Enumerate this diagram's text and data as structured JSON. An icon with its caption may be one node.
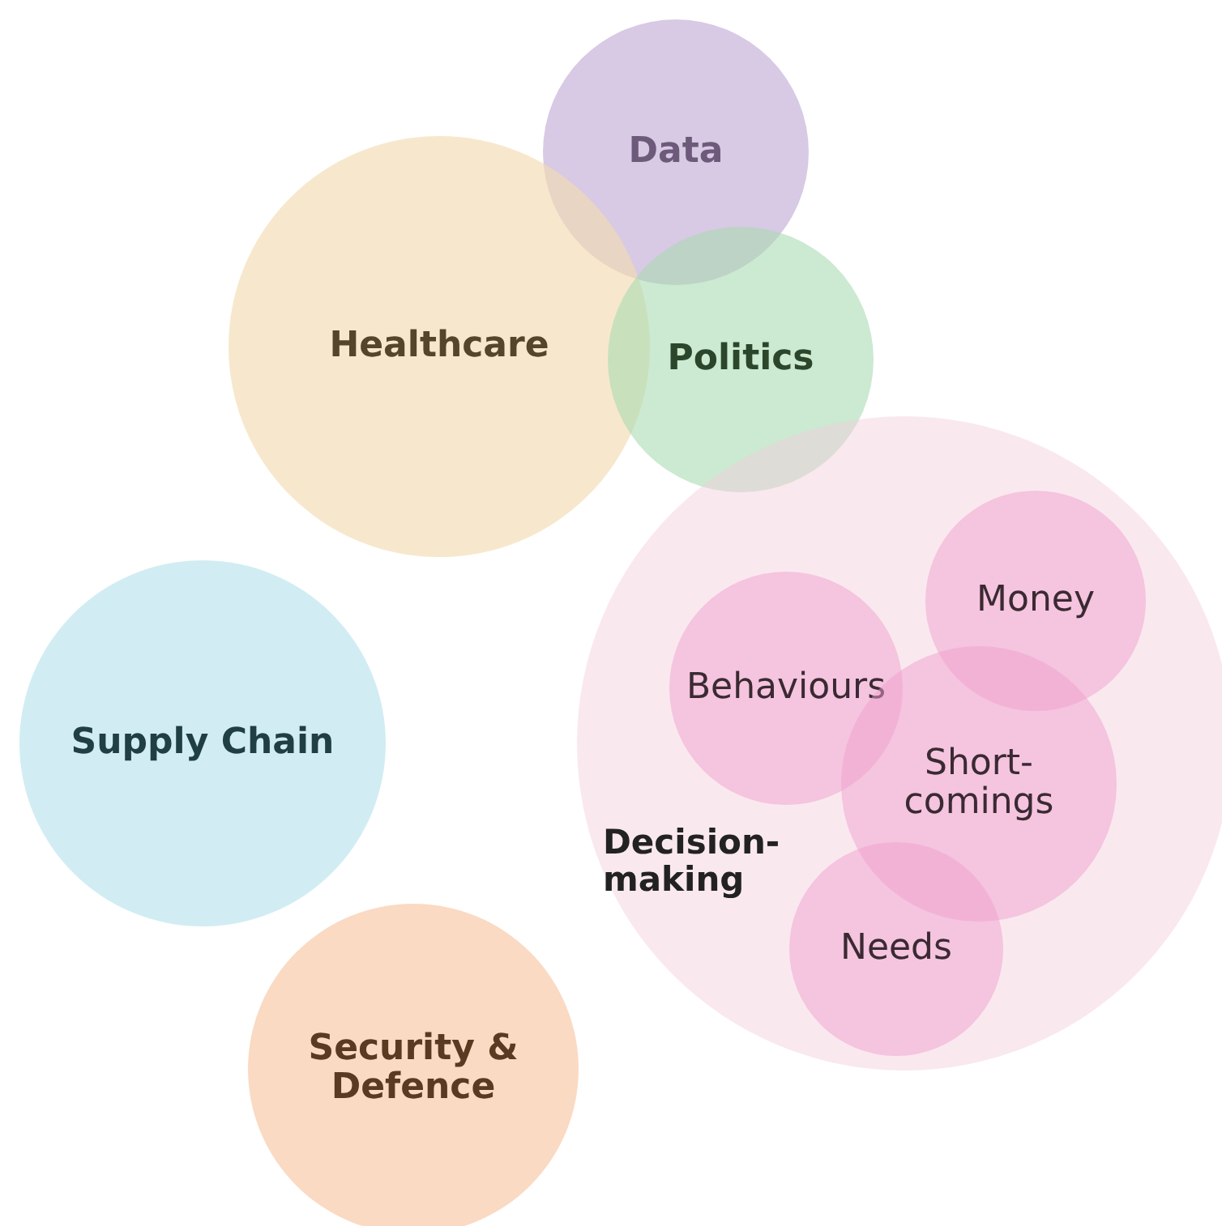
{
  "diagram": {
    "nodes": [
      {
        "text": [
          "Data"
        ]
      },
      {
        "text": [
          "Healthcare"
        ]
      },
      {
        "text": [
          "Politics"
        ]
      },
      {
        "text": [
          "Supply Chain"
        ]
      },
      {
        "text": [
          "Decision-making"
        ]
      },
      {
        "text": [
          "Money"
        ],
        "in": 4
      },
      {
        "text": [
          "Behaviours"
        ],
        "in": 4
      },
      {
        "text": [
          "Short-comings"
        ],
        "in": 4
      },
      {
        "text": [
          "Needs"
        ],
        "in": 4
      },
      {
        "text": [
          "Security & Defence"
        ]
      }
    ]
  }
}
